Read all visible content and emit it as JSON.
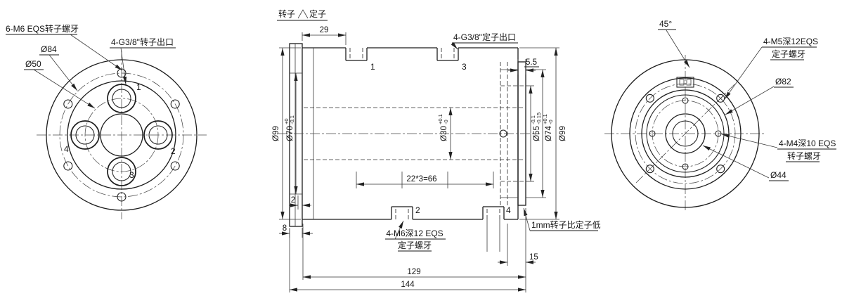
{
  "left_view": {
    "note_bolt_holes": "6-M6 EQS转子螺牙",
    "dia_84": "Ø84",
    "dia_50": "Ø50",
    "note_rotor_ports": "4-G3/8\"转子出口",
    "port_1": "1",
    "port_2": "2",
    "port_3": "3",
    "port_4": "4"
  },
  "front_view": {
    "rotor_label": "转子",
    "stator_label": "定子",
    "dim_29": "29",
    "note_stator_ports": "4-G3/8\"定子出口",
    "dim_5_5": "5.5",
    "dia_99_left": "Ø99",
    "dia_70": "Ø70",
    "dia_70_tol_upper": "+0",
    "dia_70_tol_lower": "-0.1",
    "dia_30": "Ø30",
    "dia_30_tol_upper": "+0.1",
    "dia_30_tol_lower": "-0",
    "dia_55": "Ø55",
    "dia_55_tol_upper": "-0.1",
    "dia_55_tol_lower": "-0.15",
    "dia_74": "Ø74",
    "dia_74_tol_upper": "+0.1",
    "dia_74_tol_lower": "-0",
    "dia_99_right": "Ø99",
    "dim_port_spacing": "22*3=66",
    "dim_2": "2",
    "dim_8": "8",
    "note_m6_line1": "4-M6深12 EQS",
    "note_m6_line2": "定子螺牙",
    "note_rotor_offset": "1mm转子比定子低",
    "dim_15": "15",
    "dim_129": "129",
    "dim_144": "144",
    "port_1": "1",
    "port_2": "2",
    "port_3": "3",
    "port_4": "4"
  },
  "right_view": {
    "angle_45": "45°",
    "note_m5_line1": "4-M5深12EQS",
    "note_m5_line2": "定子螺牙",
    "dia_82": "Ø82",
    "note_m4_line1": "4-M4深10 EQS",
    "note_m4_line2": "转子螺牙",
    "dia_44": "Ø44"
  }
}
